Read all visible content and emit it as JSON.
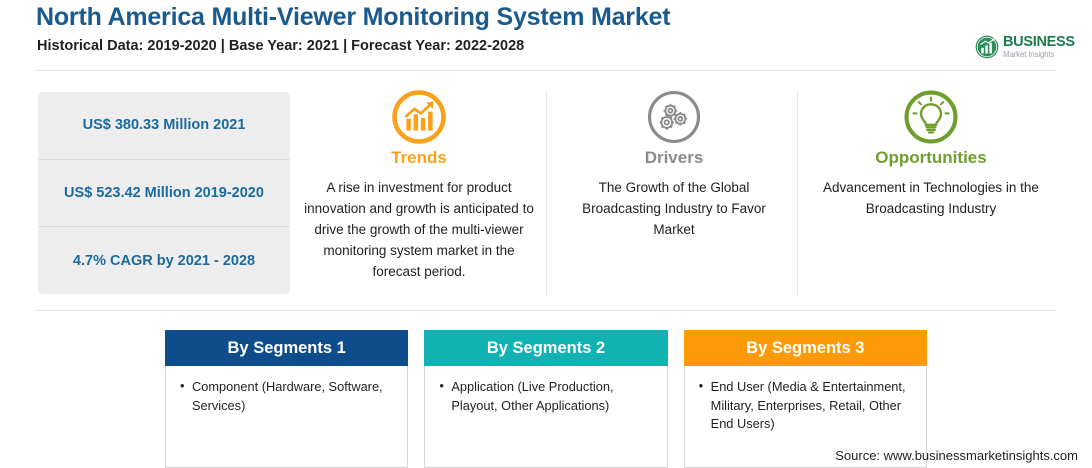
{
  "header": {
    "title": "North America Multi-Viewer Monitoring System Market",
    "subtitle": "Historical Data: 2019-2020 | Base Year: 2021 | Forecast Year: 2022-2028",
    "logo": {
      "primary": "BUSINESS",
      "secondary": "Market Insights",
      "icon": "business-insights-globe-chart-icon",
      "color": "#1f7a4d"
    },
    "title_color": "#1a5a8c"
  },
  "stats": {
    "background": "#ededed",
    "text_color": "#1b6a9e",
    "items": [
      {
        "value": "US$ 380.33 Million 2021"
      },
      {
        "value": "US$ 523.42 Million 2019-2020"
      },
      {
        "value": "4.7% CAGR by 2021 - 2028"
      }
    ]
  },
  "factors": [
    {
      "key": "trends",
      "label": "Trends",
      "icon": "bar-chart-growth-arrow-icon",
      "color": "#f9a11b",
      "text": "A rise in investment for product innovation and growth is anticipated to drive the growth of the multi-viewer monitoring system market in the forecast period."
    },
    {
      "key": "drivers",
      "label": "Drivers",
      "icon": "gears-cogs-icon",
      "color": "#8b8b8b",
      "text": "The Growth of the Global Broadcasting Industry to Favor Market"
    },
    {
      "key": "opportunities",
      "label": "Opportunities",
      "icon": "lightbulb-icon",
      "color": "#6e9f2c",
      "text": "Advancement in Technologies in the Broadcasting Industry"
    }
  ],
  "segments": [
    {
      "title": "By Segments 1",
      "color": "#0e4c8c",
      "items": [
        "Component (Hardware, Software, Services)"
      ]
    },
    {
      "title": "By Segments 2",
      "color": "#12b2b2",
      "items": [
        "Application (Live Production, Playout, Other Applications)"
      ]
    },
    {
      "title": "By Segments 3",
      "color": "#fc9a08",
      "items": [
        "End User (Media & Entertainment, Military, Enterprises, Retail, Other End Users)"
      ]
    }
  ],
  "footer": {
    "source": "Source: www.businessmarketinsights.com"
  }
}
